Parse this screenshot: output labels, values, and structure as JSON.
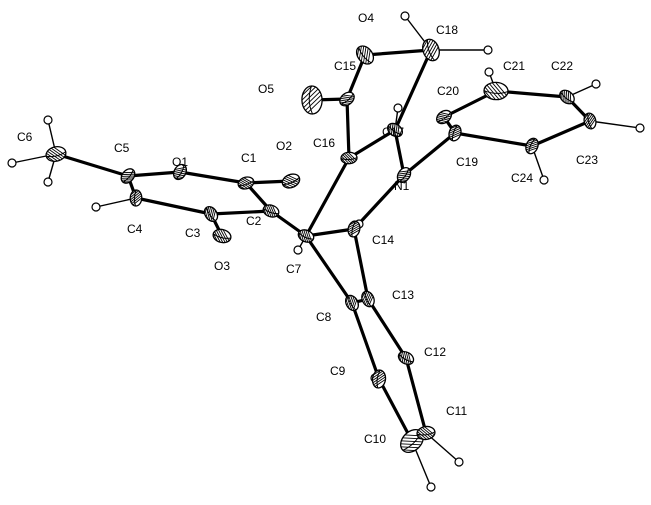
{
  "diagram": {
    "atoms": [
      {
        "id": "O1",
        "label": "O1"
      },
      {
        "id": "O2",
        "label": "O2"
      },
      {
        "id": "O3",
        "label": "O3"
      },
      {
        "id": "O4",
        "label": "O4"
      },
      {
        "id": "O5",
        "label": "O5"
      },
      {
        "id": "N1",
        "label": "N1"
      },
      {
        "id": "C1",
        "label": "C1"
      },
      {
        "id": "C2",
        "label": "C2"
      },
      {
        "id": "C3",
        "label": "C3"
      },
      {
        "id": "C4",
        "label": "C4"
      },
      {
        "id": "C5",
        "label": "C5"
      },
      {
        "id": "C6",
        "label": "C6"
      },
      {
        "id": "C7",
        "label": "C7"
      },
      {
        "id": "C8",
        "label": "C8"
      },
      {
        "id": "C9",
        "label": "C9"
      },
      {
        "id": "C10",
        "label": "C10"
      },
      {
        "id": "C11",
        "label": "C11"
      },
      {
        "id": "C12",
        "label": "C12"
      },
      {
        "id": "C13",
        "label": "C13"
      },
      {
        "id": "C14",
        "label": "C14"
      },
      {
        "id": "C15",
        "label": "C15"
      },
      {
        "id": "C16",
        "label": "C16"
      },
      {
        "id": "C17",
        "label": "C17"
      },
      {
        "id": "C18",
        "label": "C18"
      },
      {
        "id": "C19",
        "label": "C19"
      },
      {
        "id": "C20",
        "label": "C20"
      },
      {
        "id": "C21",
        "label": "C21"
      },
      {
        "id": "C22",
        "label": "C22"
      },
      {
        "id": "C23",
        "label": "C23"
      },
      {
        "id": "C24",
        "label": "C24"
      }
    ],
    "bonds": [
      [
        "C6",
        "C5"
      ],
      [
        "C5",
        "O1"
      ],
      [
        "O1",
        "C1"
      ],
      [
        "C1",
        "O2"
      ],
      [
        "C1",
        "C2"
      ],
      [
        "C2",
        "C3"
      ],
      [
        "C3",
        "O3"
      ],
      [
        "C3",
        "C4"
      ],
      [
        "C4",
        "C5"
      ],
      [
        "C2",
        "C7"
      ],
      [
        "C7",
        "C8"
      ],
      [
        "C7",
        "C16"
      ],
      [
        "C7",
        "C14"
      ],
      [
        "C8",
        "C9"
      ],
      [
        "C9",
        "C10"
      ],
      [
        "C10",
        "C11"
      ],
      [
        "C11",
        "C12"
      ],
      [
        "C12",
        "C13"
      ],
      [
        "C13",
        "C8"
      ],
      [
        "C13",
        "C14"
      ],
      [
        "C14",
        "N1"
      ],
      [
        "N1",
        "C17"
      ],
      [
        "N1",
        "C19"
      ],
      [
        "C16",
        "C17"
      ],
      [
        "C16",
        "C15"
      ],
      [
        "C15",
        "O5"
      ],
      [
        "C15",
        "O4"
      ],
      [
        "O4",
        "C18"
      ],
      [
        "C18",
        "C17"
      ],
      [
        "C19",
        "C20"
      ],
      [
        "C20",
        "C21"
      ],
      [
        "C21",
        "C22"
      ],
      [
        "C22",
        "C23"
      ],
      [
        "C23",
        "C24"
      ],
      [
        "C24",
        "C19"
      ]
    ]
  }
}
